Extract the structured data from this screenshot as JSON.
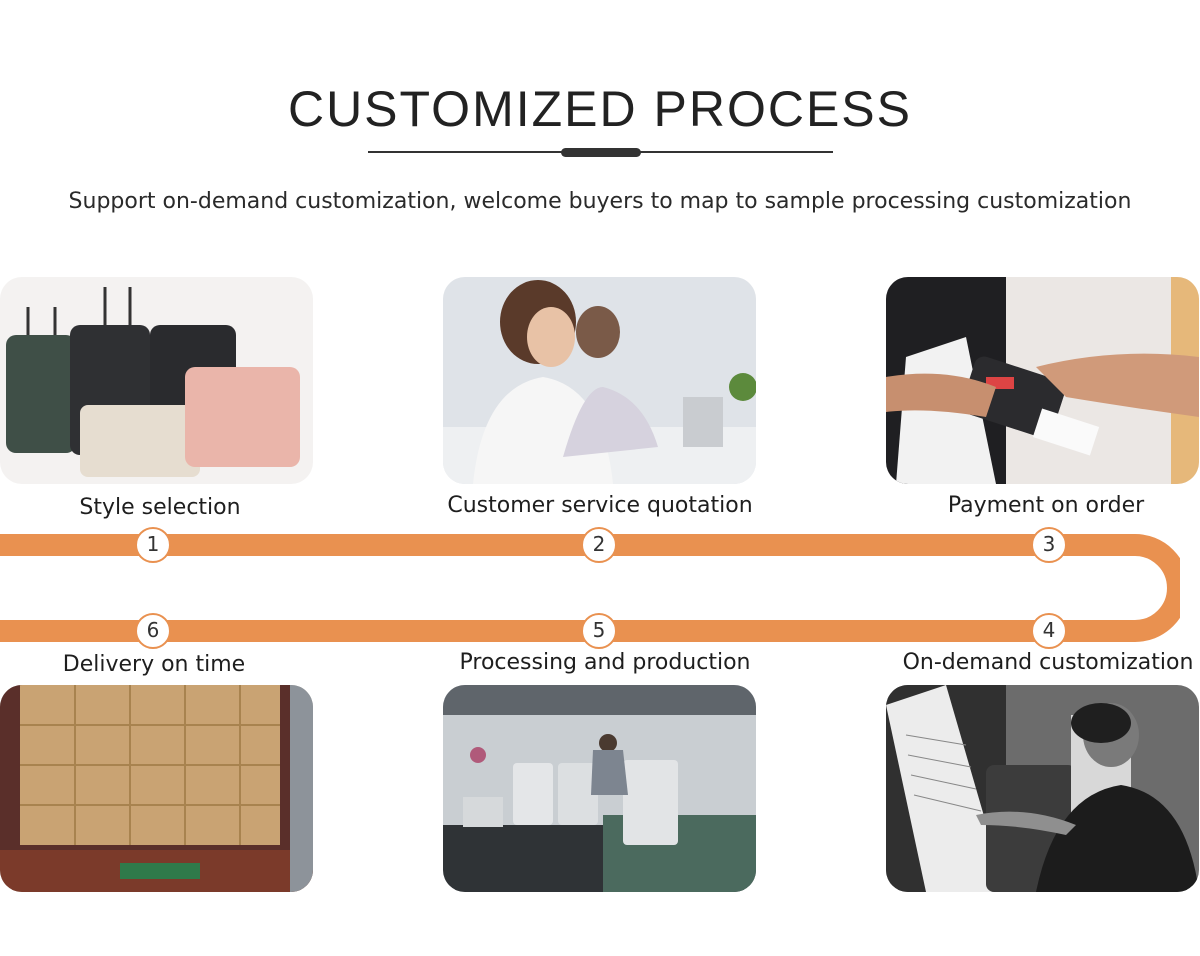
{
  "header": {
    "title": "CUSTOMIZED PROCESS",
    "subtitle": "Support on-demand customization, welcome buyers to map to sample processing customization"
  },
  "steps": [
    {
      "number": "1",
      "label": "Style selection",
      "photo": "suitcases-photo"
    },
    {
      "number": "2",
      "label": "Customer service quotation",
      "photo": "call-center-photo"
    },
    {
      "number": "3",
      "label": "Payment on order",
      "photo": "card-payment-photo"
    },
    {
      "number": "4",
      "label": "On-demand customization",
      "photo": "designer-sketching-photo"
    },
    {
      "number": "5",
      "label": "Processing and production",
      "photo": "factory-line-photo"
    },
    {
      "number": "6",
      "label": "Delivery on time",
      "photo": "loaded-cartons-photo"
    }
  ],
  "colors": {
    "track": "#e99150",
    "text": "#222222"
  }
}
